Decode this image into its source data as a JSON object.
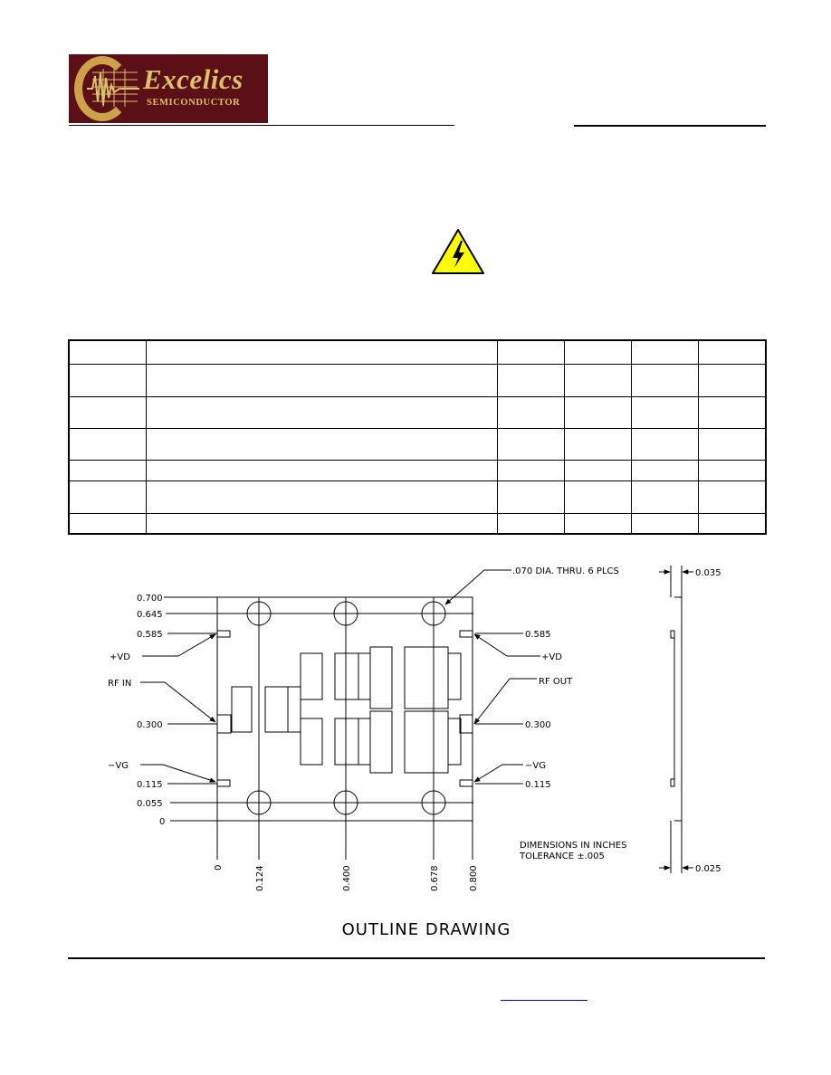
{
  "logo": {
    "name": "Excelics",
    "subtitle": "SEMICONDUCTOR",
    "colors": {
      "background": "#5b0f17",
      "gold": "#dcc16b"
    }
  },
  "warning_icon": "high-voltage-warning-icon",
  "spec_table": {
    "rows": [
      [
        "",
        "",
        "",
        "",
        "",
        ""
      ],
      [
        "",
        "",
        "",
        "",
        "",
        ""
      ],
      [
        "",
        "",
        "",
        "",
        "",
        ""
      ],
      [
        "",
        "",
        "",
        "",
        "",
        ""
      ],
      [
        "",
        "",
        "",
        "",
        "",
        ""
      ],
      [
        "",
        "",
        "",
        "",
        "",
        ""
      ],
      [
        "",
        "",
        "",
        "",
        "",
        ""
      ]
    ]
  },
  "outline_drawing": {
    "title": "OUTLINE DRAWING",
    "hole_callout": ".070 DIA. THRU. 6 PLCS",
    "dimension_note_1": "DIMENSIONS IN INCHES",
    "dimension_note_2": "TOLERANCE ±.005",
    "y_labels": {
      "y0700": "0.700",
      "y0645": "0.645",
      "y0585_left": "0.585",
      "y0585_right": "0.585",
      "y0300_left": "0.300",
      "y0300_right": "0.300",
      "y0115_left": "0.115",
      "y0115_right": "0.115",
      "y0055": "0.055",
      "y0": "0"
    },
    "x_labels": {
      "x0": "0",
      "x0124": "0.124",
      "x0400": "0.400",
      "x0678": "0.678",
      "x0800": "0.800"
    },
    "pins": {
      "vd_left": "+VD",
      "vd_right": "+VD",
      "rf_in": "RF IN",
      "rf_out": "RF OUT",
      "vg_left": "−VG",
      "vg_right": "−VG"
    },
    "side_view": {
      "top_thickness": "0.035",
      "bottom_thickness": "0.025"
    }
  }
}
